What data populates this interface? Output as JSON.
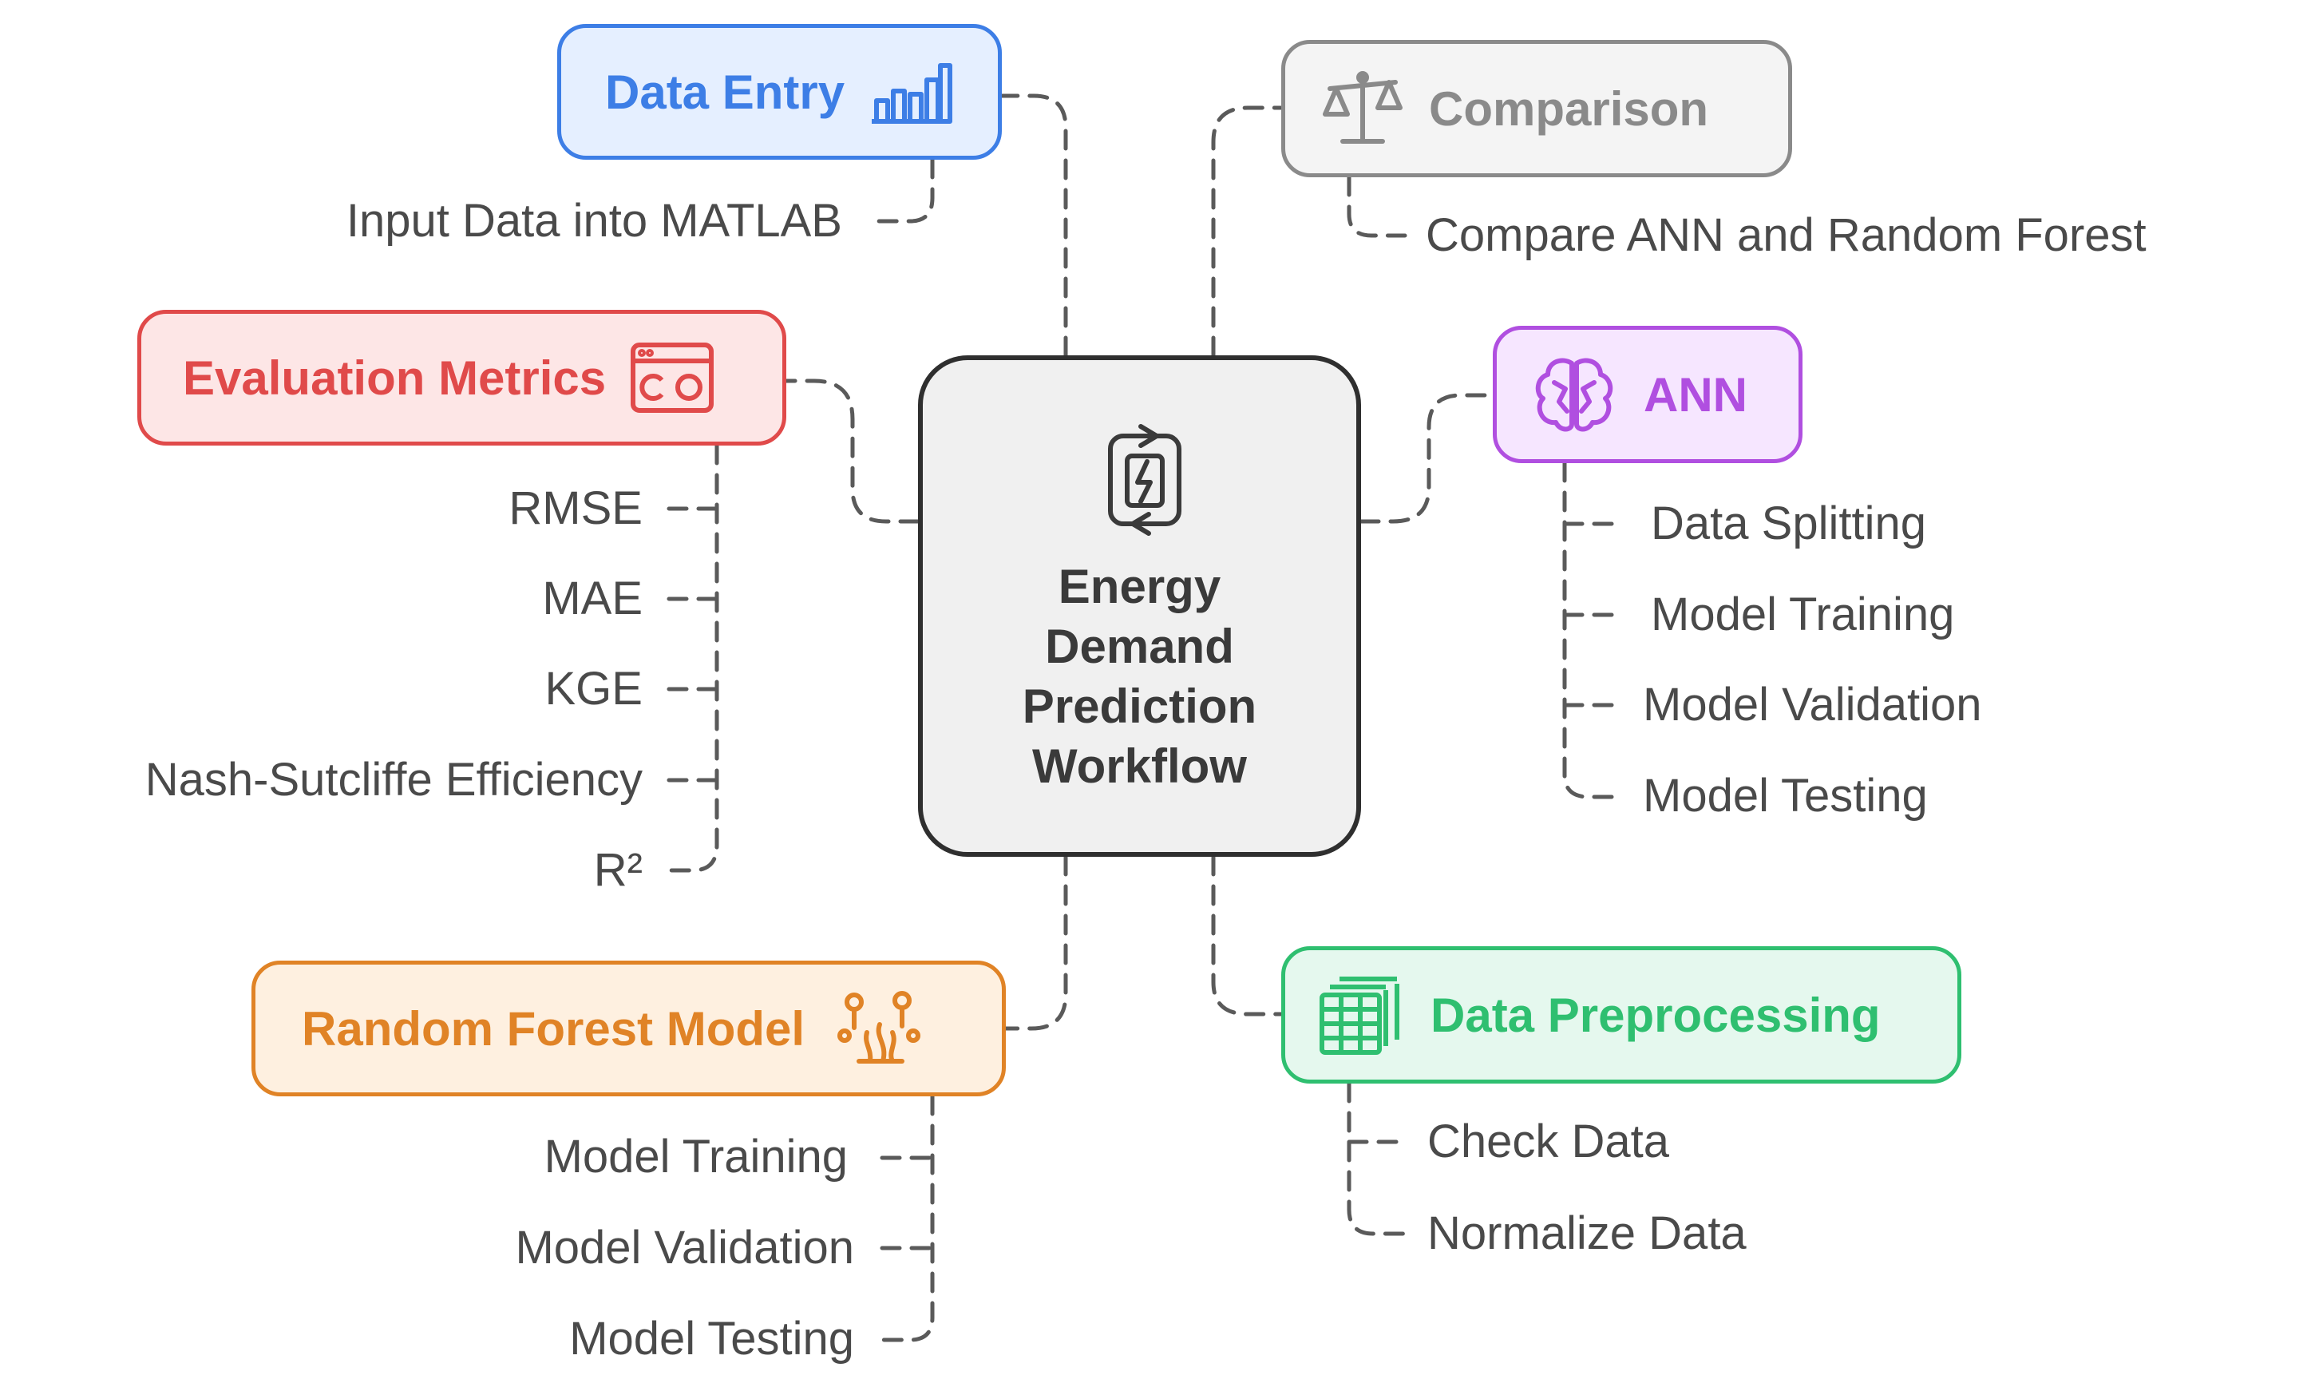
{
  "center": {
    "title_lines": [
      "Energy",
      "Demand",
      "Prediction",
      "Workflow"
    ],
    "icon": "battery-cycle-icon"
  },
  "nodes": {
    "data_entry": {
      "label": "Data Entry",
      "icon": "bar-chart-icon",
      "color": "#3d7ee6",
      "fill": "#e5efff",
      "leaves": [
        "Input Data into MATLAB"
      ]
    },
    "comparison": {
      "label": "Comparison",
      "icon": "balance-scale-icon",
      "color": "#8a8a8a",
      "fill": "#f4f4f4",
      "leaves": [
        "Compare ANN and Random Forest"
      ]
    },
    "evaluation_metrics": {
      "label": "Evaluation Metrics",
      "icon": "dashboard-window-icon",
      "color": "#e04a4a",
      "fill": "#fde6e6",
      "leaves": [
        "RMSE",
        "MAE",
        "KGE",
        "Nash-Sutcliffe Efficiency",
        "R²"
      ]
    },
    "ann": {
      "label": "ANN",
      "icon": "brain-icon",
      "color": "#b04fe0",
      "fill": "#f6e6ff",
      "leaves": [
        "Data Splitting",
        "Model Training",
        "Model Validation",
        "Model Testing"
      ]
    },
    "random_forest": {
      "label": "Random Forest Model",
      "icon": "forest-trees-icon",
      "color": "#e08326",
      "fill": "#fef0e0",
      "leaves": [
        "Model Training",
        "Model Validation",
        "Model Testing"
      ]
    },
    "data_preprocessing": {
      "label": "Data Preprocessing",
      "icon": "data-table-stack-icon",
      "color": "#2fbf70",
      "fill": "#e5f8ee",
      "leaves": [
        "Check Data",
        "Normalize Data"
      ]
    }
  }
}
